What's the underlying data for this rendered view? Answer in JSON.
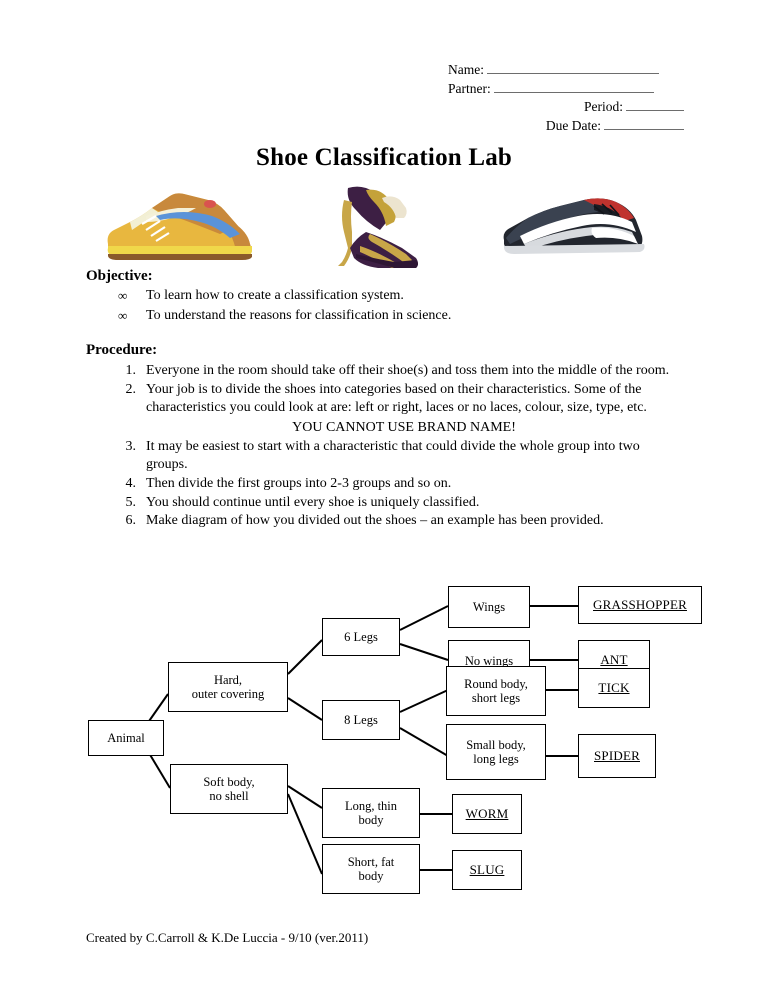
{
  "header": {
    "fields": [
      {
        "label": "Name:",
        "value": "",
        "rule": "rule-name",
        "align": "left"
      },
      {
        "label": "Partner:",
        "value": "",
        "rule": "rule-partner",
        "align": "left"
      },
      {
        "label": "Period:",
        "value": "",
        "rule": "rule-period",
        "align": "right"
      },
      {
        "label": "Due Date:",
        "value": "",
        "rule": "rule-duedate",
        "align": "right"
      }
    ],
    "name_label": "Name:",
    "partner_label": "Partner:",
    "period_label": "Period:",
    "duedate_label": "Due Date:"
  },
  "title": "Shoe Classification Lab",
  "images": [
    {
      "name": "yellow-tan-sneaker-with-blue-swoosh"
    },
    {
      "name": "purple-and-gold-high-heel-sandal"
    },
    {
      "name": "dark-navy-soccer-cleat-with-white-stripe"
    }
  ],
  "objective": {
    "heading": "Objective:",
    "bullet": "∞",
    "items": [
      "To learn how to create a classification system.",
      "To understand the reasons for classification in science."
    ]
  },
  "procedure": {
    "heading": "Procedure:",
    "items": [
      {
        "num": "1.",
        "text": "Everyone in the room should take off their shoe(s) and toss them into the middle of the room."
      },
      {
        "num": "2.",
        "text": "Your job is to divide the shoes into categories based on their characteristics. Some of the characteristics you could look at are: left or right, laces or no laces, colour, size, type, etc."
      },
      {
        "num": "3.",
        "text": "It may be easiest to start with a characteristic that could divide the whole group into two groups."
      },
      {
        "num": "4.",
        "text": "Then divide the first groups into 2-3 groups and so on."
      },
      {
        "num": "5.",
        "text": "You should continue until every shoe is uniquely classified."
      },
      {
        "num": "6.",
        "text": "Make diagram of how you divided out the shoes – an example has been provided."
      }
    ],
    "callout": "YOU CANNOT USE BRAND NAME!"
  },
  "diagram": {
    "root": "Animal",
    "nodes": {
      "animal": "Animal",
      "hard": "Hard,\nouter covering",
      "soft": "Soft body,\nno shell",
      "six_legs": "6 Legs",
      "eight_legs": "8 Legs",
      "wings": "Wings",
      "no_wings": "No wings",
      "round_body": "Round body,\nshort legs",
      "small_body": "Small body,\nlong legs",
      "long_thin": "Long, thin\nbody",
      "short_fat": "Short, fat\nbody",
      "grasshopper": "GRASSHOPPER",
      "ant": "ANT",
      "tick": "TICK",
      "spider": "SPIDER",
      "worm": "WORM",
      "slug": "SLUG"
    },
    "lines": {
      "animal_l1": "Animal",
      "animal_l2": "",
      "hard_l1": "Hard,",
      "hard_l2": "outer covering",
      "soft_l1": "Soft body,",
      "soft_l2": "no shell",
      "six_l1": "6 Legs",
      "six_l2": "",
      "eight_l1": "8 Legs",
      "eight_l2": "",
      "wings_l1": "Wings",
      "wings_l2": "",
      "nowings_l1": "No wings",
      "nowings_l2": "",
      "round_l1": "Round body,",
      "round_l2": "short legs",
      "small_l1": "Small body,",
      "small_l2": "long legs",
      "longthin_l1": "Long, thin",
      "longthin_l2": "body",
      "shortfat_l1": "Short, fat",
      "shortfat_l2": "body",
      "grasshopper_l": "GRASSHOPPER",
      "ant_l": "ANT",
      "tick_l": "TICK",
      "spider_l": "SPIDER",
      "worm_l": "WORM",
      "slug_l": "SLUG"
    }
  },
  "footer": "Created by C.Carroll & K.De Luccia - 9/10 (ver.2011)"
}
